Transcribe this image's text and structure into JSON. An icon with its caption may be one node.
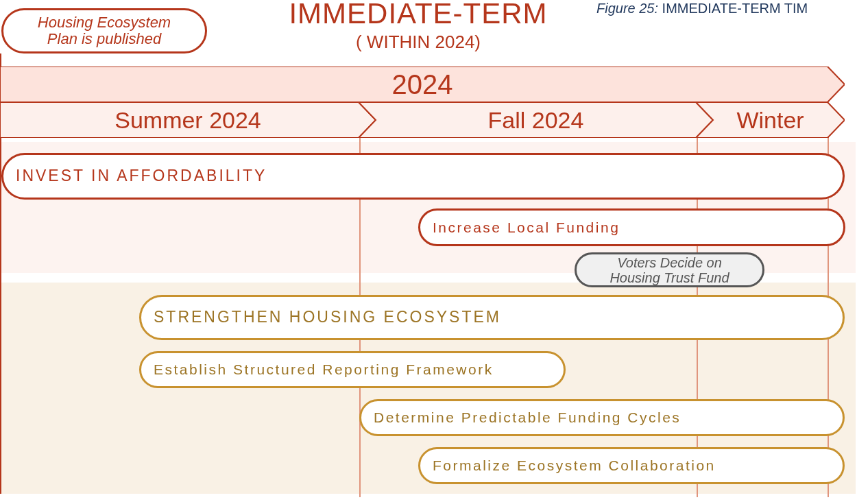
{
  "diagram": {
    "title": "IMMEDIATE-TERM",
    "caption": "*Figure 25:* IMMEDIATE-TERM TIM",
    "nodes": [
      {
        "text": [
          "Housing Ecosystem Plan is published"
        ]
      },
      {
        "text": [
          "2024"
        ]
      },
      {
        "text": [
          "Summer 2024"
        ]
      },
      {
        "text": [
          "Fall 2024"
        ]
      },
      {
        "text": [
          "Winter"
        ]
      },
      {
        "text": [
          "INVEST IN AFFORDABILITY"
        ]
      },
      {
        "text": [
          "Increase Local Funding"
        ]
      },
      {
        "text": [
          "Voters Decide on Housing Trust Fund"
        ]
      },
      {
        "text": [
          "STRENGTHEN HOUSING ECOSYSTEM"
        ]
      },
      {
        "text": [
          "Establish Structured Reporting Framework"
        ]
      },
      {
        "text": [
          "Determine Predictable Funding Cycles"
        ]
      },
      {
        "text": [
          "Formalize Ecosystem Collaboration"
        ]
      }
    ],
    "labels": [
      "( WITHIN 2024)"
    ]
  }
}
